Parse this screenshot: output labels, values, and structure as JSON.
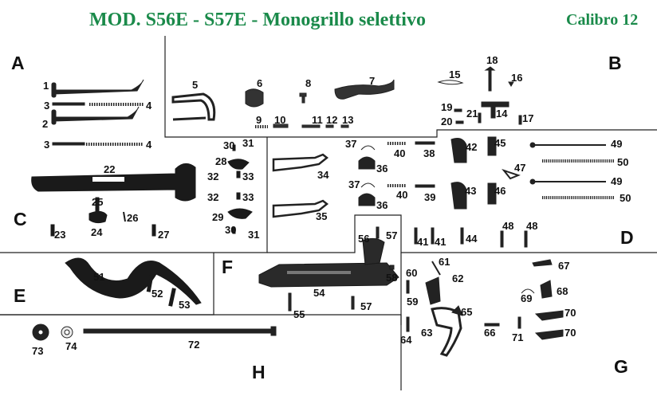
{
  "title": "MOD. S56E - S57E -  Monogrillo selettivo",
  "caliber": "Calibro 12",
  "sections": {
    "A": "A",
    "B": "B",
    "C": "C",
    "D": "D",
    "E": "E",
    "F": "F",
    "G": "G",
    "H": "H"
  },
  "parts": {
    "p1": "1",
    "p2": "2",
    "p3a": "3",
    "p3b": "3",
    "p4a": "4",
    "p4b": "4",
    "p5": "5",
    "p6": "6",
    "p7": "7",
    "p8": "8",
    "p9": "9",
    "p10": "10",
    "p11": "11",
    "p12": "12",
    "p13": "13",
    "p14": "14",
    "p15": "15",
    "p16": "16",
    "p17": "17",
    "p18": "18",
    "p19": "19",
    "p20": "20",
    "p21": "21",
    "p22": "22",
    "p23": "23",
    "p24": "24",
    "p25": "25",
    "p26": "26",
    "p27": "27",
    "p28": "28",
    "p29": "29",
    "p30a": "30",
    "p31a": "31",
    "p30b": "30",
    "p31b": "31",
    "p32a": "32",
    "p33a": "33",
    "p32b": "32",
    "p33b": "33",
    "p34": "34",
    "p35": "35",
    "p36a": "36",
    "p36b": "36",
    "p37a": "37",
    "p37b": "37",
    "p38": "38",
    "p39": "39",
    "p40a": "40",
    "p40b": "40",
    "p41a": "41",
    "p41b": "41",
    "p42": "42",
    "p43": "43",
    "p44": "44",
    "p45": "45",
    "p46": "46",
    "p47": "47",
    "p48a": "48",
    "p48b": "48",
    "p49a": "49",
    "p49b": "49",
    "p50a": "50",
    "p50b": "50",
    "p51": "51",
    "p52": "52",
    "p53": "53",
    "p54": "54",
    "p55": "55",
    "p56": "56",
    "p57a": "57",
    "p57b": "57",
    "p58": "58",
    "p59": "59",
    "p60": "60",
    "p61": "61",
    "p62": "62",
    "p63": "63",
    "p64": "64",
    "p65": "65",
    "p66": "66",
    "p67": "67",
    "p68": "68",
    "p69": "69",
    "p70a": "70",
    "p70b": "70",
    "p71": "71",
    "p72": "72",
    "p73": "73",
    "p74": "74"
  }
}
